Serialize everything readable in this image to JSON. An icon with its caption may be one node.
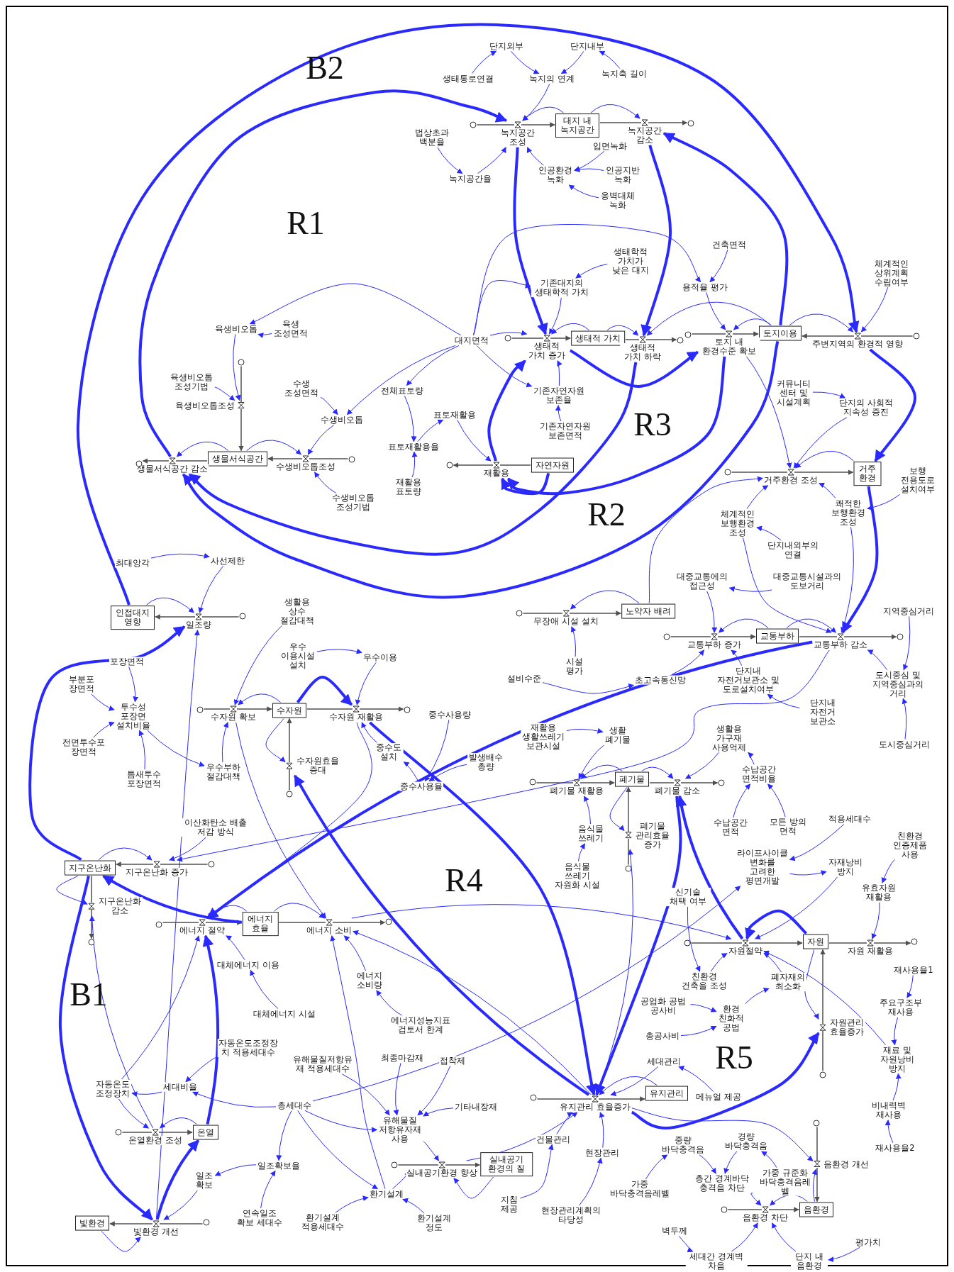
{
  "diagram": {
    "nodes": [
      {
        "text": [
          "단지외부"
        ]
      },
      {
        "text": [
          "단지내부"
        ]
      },
      {
        "text": [
          "생태통로연결"
        ]
      },
      {
        "text": [
          "녹지의 연계"
        ]
      },
      {
        "text": [
          "녹지축 길이"
        ]
      },
      {
        "text": [
          "대지 내 녹지공간"
        ]
      },
      {
        "text": [
          "녹지공간 조성"
        ]
      },
      {
        "text": [
          "녹지공간 감소"
        ]
      },
      {
        "text": [
          "법상초과 백분율"
        ]
      },
      {
        "text": [
          "입면녹화"
        ]
      },
      {
        "text": [
          "인공환경 녹화"
        ]
      },
      {
        "text": [
          "인공지반 녹화"
        ]
      },
      {
        "text": [
          "녹지공간율"
        ]
      },
      {
        "text": [
          "옹벽대체 녹화"
        ]
      },
      {
        "text": [
          "건축면적"
        ]
      },
      {
        "text": [
          "생태학적 가치가 낮은 대지"
        ]
      },
      {
        "text": [
          "체계적인 상위계획 수립여부"
        ]
      },
      {
        "text": [
          "기존대지의 생태학적 가치"
        ]
      },
      {
        "text": [
          "용적율 평가"
        ]
      },
      {
        "text": [
          "육생비오톱"
        ]
      },
      {
        "text": [
          "육생 조성면적"
        ]
      },
      {
        "text": [
          "대지면적"
        ]
      },
      {
        "text": [
          "생태적 가치"
        ]
      },
      {
        "text": [
          "생태적 가치 증가"
        ]
      },
      {
        "text": [
          "생태적 가치 하락"
        ]
      },
      {
        "text": [
          "토지이용"
        ]
      },
      {
        "text": [
          "토지 내 환경수준 확보"
        ]
      },
      {
        "text": [
          "주변지역의 환경적 영향"
        ]
      },
      {
        "text": [
          "육생비오톱 조성기법"
        ]
      },
      {
        "text": [
          "수생 조성면적"
        ]
      },
      {
        "text": [
          "전체표토량"
        ]
      },
      {
        "text": [
          "커뮤니티 센터 및 시설계획"
        ]
      },
      {
        "text": [
          "기존자연자원 보존율"
        ]
      },
      {
        "text": [
          "단지의 사회적 지속성 증진"
        ]
      },
      {
        "text": [
          "육생비오톱조성"
        ]
      },
      {
        "text": [
          "표토재활용"
        ]
      },
      {
        "text": [
          "수생비오톱"
        ]
      },
      {
        "text": [
          "기존자연자원 보존면적"
        ]
      },
      {
        "text": [
          "표토재활용율"
        ]
      },
      {
        "text": [
          "생물서식공간"
        ]
      },
      {
        "text": [
          "생물서식공간 감소"
        ]
      },
      {
        "text": [
          "수생비오톱조성"
        ]
      },
      {
        "text": [
          "자연자원"
        ]
      },
      {
        "text": [
          "재활용"
        ]
      },
      {
        "text": [
          "거주 환경"
        ]
      },
      {
        "text": [
          "거주환경 조성"
        ]
      },
      {
        "text": [
          "보행 전용도로 설치여부"
        ]
      },
      {
        "text": [
          "재활용 표토량"
        ]
      },
      {
        "text": [
          "수생비오톱 조성기법"
        ]
      },
      {
        "text": [
          "쾌적한 보행환경 조성"
        ]
      },
      {
        "text": [
          "체계적인 보행환경 조성"
        ]
      },
      {
        "text": [
          "단지내외부의 연결"
        ]
      },
      {
        "text": [
          "사선제한"
        ]
      },
      {
        "text": [
          "최대앙각"
        ]
      },
      {
        "text": [
          "대중교통에의 접근성"
        ]
      },
      {
        "text": [
          "대중교통시설과의 도보거리"
        ]
      },
      {
        "text": [
          "생활용 상수 절감대책"
        ]
      },
      {
        "text": [
          "지역중심거리"
        ]
      },
      {
        "text": [
          "노약자 배려"
        ]
      },
      {
        "text": [
          "무장애 시설 설치"
        ]
      },
      {
        "text": [
          "인접대지 영향"
        ]
      },
      {
        "text": [
          "일조량"
        ]
      },
      {
        "text": [
          "교통부하"
        ]
      },
      {
        "text": [
          "교통부하 증가"
        ]
      },
      {
        "text": [
          "교통부하 감소"
        ]
      },
      {
        "text": [
          "우수 이용시설 설치"
        ]
      },
      {
        "text": [
          "우수이용"
        ]
      },
      {
        "text": [
          "포장면적"
        ]
      },
      {
        "text": [
          "시설 평가"
        ]
      },
      {
        "text": [
          "설비수준"
        ]
      },
      {
        "text": [
          "초고속통신망"
        ]
      },
      {
        "text": [
          "단지내 자전거보관소 및 도로설치여부"
        ]
      },
      {
        "text": [
          "도시중심 및 지역중심과의 거리"
        ]
      },
      {
        "text": [
          "부분포장면적"
        ]
      },
      {
        "text": [
          "수자원"
        ]
      },
      {
        "text": [
          "수자원 확보"
        ]
      },
      {
        "text": [
          "수자원 재활용"
        ]
      },
      {
        "text": [
          "중수사용량"
        ]
      },
      {
        "text": [
          "단지내 자전거 보관소"
        ]
      },
      {
        "text": [
          "투수성 포장면 설치비율"
        ]
      },
      {
        "text": [
          "재활용 생활쓰레기 보관시설"
        ]
      },
      {
        "text": [
          "생활 폐기물"
        ]
      },
      {
        "text": [
          "생활용 가구재 사용억제"
        ]
      },
      {
        "text": [
          "도시중심거리"
        ]
      },
      {
        "text": [
          "전면투수포장면적"
        ]
      },
      {
        "text": [
          "중수도 설치"
        ]
      },
      {
        "text": [
          "발생배수 총량"
        ]
      },
      {
        "text": [
          "수자원효율 증대"
        ]
      },
      {
        "text": [
          "우수부하 절감대책"
        ]
      },
      {
        "text": [
          "수납공간 면적비율"
        ]
      },
      {
        "text": [
          "폐기물"
        ]
      },
      {
        "text": [
          "폐기물 재활용"
        ]
      },
      {
        "text": [
          "폐기물 감소"
        ]
      },
      {
        "text": [
          "틈새투수 포장면적"
        ]
      },
      {
        "text": [
          "중수사용율"
        ]
      },
      {
        "text": [
          "적용세대수"
        ]
      },
      {
        "text": [
          "모든 방의 면적"
        ]
      },
      {
        "text": [
          "수납공간 면적"
        ]
      },
      {
        "text": [
          "이산화탄소 배출 저감 방식"
        ]
      },
      {
        "text": [
          "음식물 쓰레기"
        ]
      },
      {
        "text": [
          "폐기물 관리효율 증가"
        ]
      },
      {
        "text": [
          "친환경 인증제품 사용"
        ]
      },
      {
        "text": [
          "지구온난화"
        ]
      },
      {
        "text": [
          "지구온난화 증가"
        ]
      },
      {
        "text": [
          "라이프사이클 변화를 고려한 평면개발"
        ]
      },
      {
        "text": [
          "자재낭비 방지"
        ]
      },
      {
        "text": [
          "음식물 쓰레기 자원화 시설"
        ]
      },
      {
        "text": [
          "유효자원 재활용"
        ]
      },
      {
        "text": [
          "신기술 채택 여부"
        ]
      },
      {
        "text": [
          "지구온난화 감소"
        ]
      },
      {
        "text": [
          "에너지 효율"
        ]
      },
      {
        "text": [
          "에너지 절약"
        ]
      },
      {
        "text": [
          "에너지 소비"
        ]
      },
      {
        "text": [
          "자원"
        ]
      },
      {
        "text": [
          "자원절약"
        ]
      },
      {
        "text": [
          "자원 재활용"
        ]
      },
      {
        "text": [
          "대체에너지 이용"
        ]
      },
      {
        "text": [
          "재사용율1"
        ]
      },
      {
        "text": [
          "에너지 소비량"
        ]
      },
      {
        "text": [
          "친환경 건축을 조성"
        ]
      },
      {
        "text": [
          "폐자재의 최소화"
        ]
      },
      {
        "text": [
          "공업화 공법 공사비"
        ]
      },
      {
        "text": [
          "주요구조부 재사용"
        ]
      },
      {
        "text": [
          "대체에너지 시설"
        ]
      },
      {
        "text": [
          "환경 친화적 공법"
        ]
      },
      {
        "text": [
          "에너지성능지표 검토서 한계"
        ]
      },
      {
        "text": [
          "자원관리 효율증가"
        ]
      },
      {
        "text": [
          "총공사비"
        ]
      },
      {
        "text": [
          "자동온도조정장치 적용세대수"
        ]
      },
      {
        "text": [
          "최종마감재"
        ]
      },
      {
        "text": [
          "재료 및 자원낭비 방지"
        ]
      },
      {
        "text": [
          "접착제"
        ]
      },
      {
        "text": [
          "세대관리"
        ]
      },
      {
        "text": [
          "유해물질저항유재 적용세대수"
        ]
      },
      {
        "text": [
          "세대비율"
        ]
      },
      {
        "text": [
          "자동온도 조정장치"
        ]
      },
      {
        "text": [
          "유지관리"
        ]
      },
      {
        "text": [
          "유지관리 효율증가"
        ]
      },
      {
        "text": [
          "메뉴얼 제공"
        ]
      },
      {
        "text": [
          "총세대수"
        ]
      },
      {
        "text": [
          "기타내장재"
        ]
      },
      {
        "text": [
          "비내력벽 재사용"
        ]
      },
      {
        "text": [
          "유해물질 저항유자재 사용"
        ]
      },
      {
        "text": [
          "온열"
        ]
      },
      {
        "text": [
          "온열환경 조성"
        ]
      },
      {
        "text": [
          "건물관리"
        ]
      },
      {
        "text": [
          "경량 바닥충격음"
        ]
      },
      {
        "text": [
          "중량 바닥충격음"
        ]
      },
      {
        "text": [
          "재사용율2"
        ]
      },
      {
        "text": [
          "현장관리"
        ]
      },
      {
        "text": [
          "실내공기 환경의 질"
        ]
      },
      {
        "text": [
          "실내공기환경 향상"
        ]
      },
      {
        "text": [
          "음환경 개선"
        ]
      },
      {
        "text": [
          "일조확보율"
        ]
      },
      {
        "text": [
          "일조 확보"
        ]
      },
      {
        "text": [
          "가중 규준화 바닥충격음레벨"
        ]
      },
      {
        "text": [
          "층간 경계바닥 충격음 차단"
        ]
      },
      {
        "text": [
          "가중 바닥충격음레벨"
        ]
      },
      {
        "text": [
          "환기설계"
        ]
      },
      {
        "text": [
          "지침 제공"
        ]
      },
      {
        "text": [
          "음환경"
        ]
      },
      {
        "text": [
          "음환경 차단"
        ]
      },
      {
        "text": [
          "현장관리계획의 타당성"
        ]
      },
      {
        "text": [
          "연속일조 확보 세대수"
        ]
      },
      {
        "text": [
          "환기설계 적용세대수"
        ]
      },
      {
        "text": [
          "환기설계 정도"
        ]
      },
      {
        "text": [
          "빛환경"
        ]
      },
      {
        "text": [
          "빛환경 개선"
        ]
      },
      {
        "text": [
          "벽두께"
        ]
      },
      {
        "text": [
          "평가치"
        ]
      },
      {
        "text": [
          "세대간 경계벽 차음"
        ]
      },
      {
        "text": [
          "단지 내 음환경"
        ]
      },
      {
        "text": [],
        "shape": "circle"
      },
      {
        "text": [],
        "shape": "circle"
      },
      {
        "text": [],
        "shape": "circle"
      },
      {
        "text": [],
        "shape": "circle"
      },
      {
        "text": [],
        "shape": "circle"
      },
      {
        "text": [],
        "shape": "circle"
      },
      {
        "text": [],
        "shape": "circle"
      },
      {
        "text": [],
        "shape": "circle"
      },
      {
        "text": [],
        "shape": "circle"
      },
      {
        "text": [],
        "shape": "circle"
      },
      {
        "text": [],
        "shape": "circle"
      },
      {
        "text": [],
        "shape": "circle"
      },
      {
        "text": [],
        "shape": "circle"
      },
      {
        "text": [],
        "shape": "circle"
      },
      {
        "text": [],
        "shape": "circle"
      },
      {
        "text": [],
        "shape": "circle"
      },
      {
        "text": [],
        "shape": "circle"
      },
      {
        "text": [],
        "shape": "circle"
      },
      {
        "text": [],
        "shape": "circle"
      },
      {
        "text": [],
        "shape": "circle"
      },
      {
        "text": [],
        "shape": "circle"
      },
      {
        "text": [],
        "shape": "circle"
      },
      {
        "text": [],
        "shape": "circle"
      },
      {
        "text": [],
        "shape": "circle"
      },
      {
        "text": [],
        "shape": "circle"
      },
      {
        "text": [],
        "shape": "circle"
      },
      {
        "text": [],
        "shape": "circle"
      },
      {
        "text": [],
        "shape": "circle"
      },
      {
        "text": [],
        "shape": "circle"
      },
      {
        "text": [],
        "shape": "circle"
      },
      {
        "text": [],
        "shape": "circle"
      },
      {
        "text": [],
        "shape": "circle"
      },
      {
        "text": [],
        "shape": "circle"
      },
      {
        "text": [],
        "shape": "circle"
      }
    ],
    "edges": [
      {
        "from": 6,
        "to": 5,
        "arrow": "to",
        "color": "#505050"
      },
      {
        "from": 5,
        "to": 7,
        "arrow": "none",
        "color": "#505050"
      },
      {
        "from": 23,
        "to": 22,
        "arrow": "to",
        "color": "#505050"
      },
      {
        "from": 22,
        "to": 24,
        "arrow": "none",
        "color": "#505050"
      },
      {
        "from": 26,
        "to": 25,
        "arrow": "to",
        "color": "#505050"
      },
      {
        "from": 27,
        "to": 25,
        "arrow": "to",
        "color": "#505050"
      },
      {
        "from": 34,
        "to": 39,
        "arrow": "to",
        "color": "#505050"
      },
      {
        "from": 39,
        "to": 40,
        "arrow": "none",
        "color": "#505050"
      },
      {
        "from": 41,
        "to": 39,
        "arrow": "to",
        "color": "#505050"
      },
      {
        "from": 42,
        "to": 43,
        "arrow": "none",
        "color": "#505050"
      },
      {
        "from": 45,
        "to": 44,
        "arrow": "to",
        "color": "#505050"
      },
      {
        "from": 59,
        "to": 58,
        "arrow": "to",
        "color": "#505050"
      },
      {
        "from": 61,
        "to": 60,
        "arrow": "to",
        "color": "#505050"
      },
      {
        "from": 63,
        "to": 62,
        "arrow": "to",
        "color": "#505050"
      },
      {
        "from": 62,
        "to": 64,
        "arrow": "none",
        "color": "#505050"
      },
      {
        "from": 75,
        "to": 74,
        "arrow": "to",
        "color": "#505050"
      },
      {
        "from": 74,
        "to": 76,
        "arrow": "none",
        "color": "#505050"
      },
      {
        "from": 87,
        "to": 74,
        "arrow": "to",
        "color": "#505050"
      },
      {
        "from": 91,
        "to": 90,
        "arrow": "to",
        "color": "#505050"
      },
      {
        "from": 90,
        "to": 92,
        "arrow": "none",
        "color": "#505050"
      },
      {
        "from": 100,
        "to": 90,
        "arrow": "to",
        "color": "#505050"
      },
      {
        "from": 103,
        "to": 102,
        "arrow": "to",
        "color": "#505050"
      },
      {
        "from": 102,
        "to": 109,
        "arrow": "none",
        "color": "#505050"
      },
      {
        "from": 111,
        "to": 110,
        "arrow": "to",
        "color": "#505050"
      },
      {
        "from": 110,
        "to": 112,
        "arrow": "none",
        "color": "#505050"
      },
      {
        "from": 114,
        "to": 113,
        "arrow": "to",
        "color": "#505050"
      },
      {
        "from": 113,
        "to": 115,
        "arrow": "none",
        "color": "#505050"
      },
      {
        "from": 126,
        "to": 113,
        "arrow": "to",
        "color": "#505050"
      },
      {
        "from": 137,
        "to": 136,
        "arrow": "to",
        "color": "#505050"
      },
      {
        "from": 144,
        "to": 143,
        "arrow": "to",
        "color": "#505050"
      },
      {
        "from": 151,
        "to": 150,
        "arrow": "to",
        "color": "#505050"
      },
      {
        "from": 152,
        "to": 160,
        "arrow": "to",
        "color": "#505050"
      },
      {
        "from": 161,
        "to": 160,
        "arrow": "to",
        "color": "#505050"
      },
      {
        "from": 167,
        "to": 166,
        "arrow": "to",
        "color": "#505050"
      },
      {
        "from": 172,
        "to": 6,
        "arrow": "none",
        "color": "#505050"
      },
      {
        "from": 7,
        "to": 173,
        "arrow": "to",
        "color": "#505050"
      },
      {
        "from": 174,
        "to": 23,
        "arrow": "none",
        "color": "#505050"
      },
      {
        "from": 24,
        "to": 175,
        "arrow": "to",
        "color": "#505050"
      },
      {
        "from": 176,
        "to": 26,
        "arrow": "none",
        "color": "#505050"
      },
      {
        "from": 177,
        "to": 27,
        "arrow": "none",
        "color": "#505050"
      },
      {
        "from": 178,
        "to": 34,
        "arrow": "none",
        "color": "#505050"
      },
      {
        "from": 40,
        "to": 179,
        "arrow": "to",
        "color": "#505050"
      },
      {
        "from": 180,
        "to": 41,
        "arrow": "none",
        "color": "#505050"
      },
      {
        "from": 43,
        "to": 181,
        "arrow": "to",
        "color": "#505050"
      },
      {
        "from": 182,
        "to": 45,
        "arrow": "none",
        "color": "#505050"
      },
      {
        "from": 183,
        "to": 59,
        "arrow": "none",
        "color": "#505050"
      },
      {
        "from": 184,
        "to": 61,
        "arrow": "none",
        "color": "#505050"
      },
      {
        "from": 185,
        "to": 63,
        "arrow": "none",
        "color": "#505050"
      },
      {
        "from": 64,
        "to": 186,
        "arrow": "to",
        "color": "#505050"
      },
      {
        "from": 187,
        "to": 75,
        "arrow": "none",
        "color": "#505050"
      },
      {
        "from": 76,
        "to": 188,
        "arrow": "to",
        "color": "#505050"
      },
      {
        "from": 189,
        "to": 87,
        "arrow": "none",
        "color": "#505050"
      },
      {
        "from": 190,
        "to": 91,
        "arrow": "none",
        "color": "#505050"
      },
      {
        "from": 92,
        "to": 191,
        "arrow": "to",
        "color": "#505050"
      },
      {
        "from": 192,
        "to": 100,
        "arrow": "none",
        "color": "#505050"
      },
      {
        "from": 193,
        "to": 103,
        "arrow": "none",
        "color": "#505050"
      },
      {
        "from": 109,
        "to": 194,
        "arrow": "to",
        "color": "#505050"
      },
      {
        "from": 195,
        "to": 111,
        "arrow": "none",
        "color": "#505050"
      },
      {
        "from": 112,
        "to": 196,
        "arrow": "to",
        "color": "#505050"
      },
      {
        "from": 197,
        "to": 114,
        "arrow": "none",
        "color": "#505050"
      },
      {
        "from": 115,
        "to": 198,
        "arrow": "to",
        "color": "#505050"
      },
      {
        "from": 199,
        "to": 126,
        "arrow": "none",
        "color": "#505050"
      },
      {
        "from": 200,
        "to": 137,
        "arrow": "none",
        "color": "#505050"
      },
      {
        "from": 201,
        "to": 144,
        "arrow": "none",
        "color": "#505050"
      },
      {
        "from": 202,
        "to": 151,
        "arrow": "none",
        "color": "#505050"
      },
      {
        "from": 203,
        "to": 152,
        "arrow": "none",
        "color": "#505050"
      },
      {
        "from": 204,
        "to": 161,
        "arrow": "none",
        "color": "#505050"
      },
      {
        "from": 205,
        "to": 167,
        "arrow": "none",
        "color": "#505050"
      },
      {
        "from": 60,
        "to": 27,
        "arrow": "to",
        "style": "thick"
      },
      {
        "from": 40,
        "to": 6,
        "arrow": "to",
        "style": "thick"
      },
      {
        "from": 25,
        "to": 40,
        "arrow": "to",
        "style": "thick"
      },
      {
        "from": 25,
        "to": 7,
        "arrow": "to",
        "style": "thick"
      },
      {
        "from": 24,
        "to": 40,
        "arrow": "to",
        "style": "thick"
      },
      {
        "from": 23,
        "to": 26,
        "arrow": "to",
        "style": "thick"
      },
      {
        "from": 26,
        "to": 43,
        "arrow": "to",
        "style": "thick"
      },
      {
        "from": 43,
        "to": 23,
        "arrow": "to",
        "style": "thick"
      },
      {
        "from": 42,
        "to": 43,
        "arrow": "to",
        "style": "thick"
      },
      {
        "from": 7,
        "to": 24,
        "arrow": "to",
        "style": "thick"
      },
      {
        "from": 6,
        "to": 23,
        "arrow": "to",
        "style": "thick"
      },
      {
        "from": 27,
        "to": 44,
        "arrow": "to",
        "style": "thick"
      },
      {
        "from": 44,
        "to": 64,
        "arrow": "to",
        "style": "thick"
      },
      {
        "from": 64,
        "to": 111,
        "arrow": "to",
        "style": "thick"
      },
      {
        "from": 110,
        "to": 102,
        "arrow": "to",
        "style": "thick"
      },
      {
        "from": 102,
        "to": 167,
        "arrow": "to",
        "style": "thick"
      },
      {
        "from": 167,
        "to": 143,
        "arrow": "to",
        "style": "thick"
      },
      {
        "from": 143,
        "to": 111,
        "arrow": "to",
        "style": "thick"
      },
      {
        "from": 102,
        "to": 61,
        "arrow": "to",
        "style": "thick"
      },
      {
        "from": 76,
        "to": 137,
        "arrow": "to",
        "style": "thick"
      },
      {
        "from": 137,
        "to": 87,
        "arrow": "to",
        "style": "thick"
      },
      {
        "from": 92,
        "to": 137,
        "arrow": "to",
        "style": "thick"
      },
      {
        "from": 114,
        "to": 92,
        "arrow": "to",
        "style": "thick"
      },
      {
        "from": 137,
        "to": 126,
        "arrow": "to",
        "style": "thick"
      },
      {
        "from": 74,
        "to": 76,
        "arrow": "to",
        "style": "thick"
      },
      {
        "from": 113,
        "to": 114,
        "arrow": "to",
        "style": "thick"
      },
      {
        "from": 2,
        "to": 0,
        "arrow": "to"
      },
      {
        "from": 0,
        "to": 3,
        "arrow": "to"
      },
      {
        "from": 1,
        "to": 3,
        "arrow": "to"
      },
      {
        "from": 4,
        "to": 1,
        "arrow": "to"
      },
      {
        "from": 3,
        "to": 6,
        "arrow": "to"
      },
      {
        "from": 5,
        "to": 6,
        "arrow": "to"
      },
      {
        "from": 5,
        "to": 7,
        "arrow": "to"
      },
      {
        "from": 12,
        "to": 6,
        "arrow": "to"
      },
      {
        "from": 10,
        "to": 6,
        "arrow": "to"
      },
      {
        "from": 8,
        "to": 12,
        "arrow": "to"
      },
      {
        "from": 9,
        "to": 10,
        "arrow": "to"
      },
      {
        "from": 11,
        "to": 10,
        "arrow": "to"
      },
      {
        "from": 13,
        "to": 10,
        "arrow": "to"
      },
      {
        "from": 21,
        "to": 19,
        "arrow": "to"
      },
      {
        "from": 20,
        "to": 19,
        "arrow": "to"
      },
      {
        "from": 19,
        "to": 34,
        "arrow": "to"
      },
      {
        "from": 28,
        "to": 34,
        "arrow": "to"
      },
      {
        "from": 21,
        "to": 36,
        "arrow": "to"
      },
      {
        "from": 29,
        "to": 36,
        "arrow": "to"
      },
      {
        "from": 36,
        "to": 41,
        "arrow": "to"
      },
      {
        "from": 48,
        "to": 41,
        "arrow": "to"
      },
      {
        "from": 21,
        "to": 30,
        "arrow": "to"
      },
      {
        "from": 30,
        "to": 38,
        "arrow": "to"
      },
      {
        "from": 47,
        "to": 38,
        "arrow": "to"
      },
      {
        "from": 38,
        "to": 35,
        "arrow": "to"
      },
      {
        "from": 35,
        "to": 43,
        "arrow": "to"
      },
      {
        "from": 39,
        "to": 40,
        "arrow": "to"
      },
      {
        "from": 39,
        "to": 41,
        "arrow": "to"
      },
      {
        "from": 21,
        "to": 23,
        "arrow": "to"
      },
      {
        "from": 21,
        "to": 32,
        "arrow": "to"
      },
      {
        "from": 37,
        "to": 32,
        "arrow": "to"
      },
      {
        "from": 32,
        "to": 23,
        "arrow": "to"
      },
      {
        "from": 17,
        "to": 23,
        "arrow": "to"
      },
      {
        "from": 15,
        "to": 17,
        "arrow": "to"
      },
      {
        "from": 21,
        "to": 17,
        "arrow": "to"
      },
      {
        "from": 21,
        "to": 18,
        "arrow": "to"
      },
      {
        "from": 14,
        "to": 18,
        "arrow": "to"
      },
      {
        "from": 18,
        "to": 26,
        "arrow": "to"
      },
      {
        "from": 22,
        "to": 23,
        "arrow": "to"
      },
      {
        "from": 22,
        "to": 24,
        "arrow": "to"
      },
      {
        "from": 25,
        "to": 26,
        "arrow": "to"
      },
      {
        "from": 25,
        "to": 27,
        "arrow": "to"
      },
      {
        "from": 16,
        "to": 27,
        "arrow": "to"
      },
      {
        "from": 25,
        "to": 24,
        "arrow": "to"
      },
      {
        "from": 31,
        "to": 33,
        "arrow": "to"
      },
      {
        "from": 33,
        "to": 45,
        "arrow": "to"
      },
      {
        "from": 26,
        "to": 45,
        "arrow": "to"
      },
      {
        "from": 44,
        "to": 45,
        "arrow": "to"
      },
      {
        "from": 50,
        "to": 45,
        "arrow": "to"
      },
      {
        "from": 49,
        "to": 45,
        "arrow": "to"
      },
      {
        "from": 46,
        "to": 49,
        "arrow": "to"
      },
      {
        "from": 51,
        "to": 50,
        "arrow": "to"
      },
      {
        "from": 55,
        "to": 54,
        "arrow": "to"
      },
      {
        "from": 50,
        "to": 64,
        "arrow": "to"
      },
      {
        "from": 49,
        "to": 64,
        "arrow": "to"
      },
      {
        "from": 58,
        "to": 45,
        "arrow": "to"
      },
      {
        "from": 58,
        "to": 59,
        "arrow": "to"
      },
      {
        "from": 68,
        "to": 59,
        "arrow": "to"
      },
      {
        "from": 54,
        "to": 63,
        "arrow": "to"
      },
      {
        "from": 62,
        "to": 63,
        "arrow": "to"
      },
      {
        "from": 62,
        "to": 64,
        "arrow": "to"
      },
      {
        "from": 70,
        "to": 63,
        "arrow": "to"
      },
      {
        "from": 69,
        "to": 70,
        "arrow": "to"
      },
      {
        "from": 71,
        "to": 63,
        "arrow": "to"
      },
      {
        "from": 78,
        "to": 71,
        "arrow": "to"
      },
      {
        "from": 72,
        "to": 64,
        "arrow": "to"
      },
      {
        "from": 57,
        "to": 72,
        "arrow": "to"
      },
      {
        "from": 83,
        "to": 72,
        "arrow": "to"
      },
      {
        "from": 64,
        "to": 103,
        "arrow": "to"
      },
      {
        "from": 86,
        "to": 94,
        "arrow": "to"
      },
      {
        "from": 77,
        "to": 94,
        "arrow": "to"
      },
      {
        "from": 94,
        "to": 85,
        "arrow": "to"
      },
      {
        "from": 85,
        "to": 76,
        "arrow": "to"
      },
      {
        "from": 66,
        "to": 76,
        "arrow": "to"
      },
      {
        "from": 65,
        "to": 66,
        "arrow": "to"
      },
      {
        "from": 56,
        "to": 75,
        "arrow": "to"
      },
      {
        "from": 88,
        "to": 75,
        "arrow": "to"
      },
      {
        "from": 74,
        "to": 75,
        "arrow": "to"
      },
      {
        "from": 74,
        "to": 87,
        "arrow": "to"
      },
      {
        "from": 79,
        "to": 88,
        "arrow": "to"
      },
      {
        "from": 67,
        "to": 79,
        "arrow": "to"
      },
      {
        "from": 73,
        "to": 79,
        "arrow": "to"
      },
      {
        "from": 84,
        "to": 79,
        "arrow": "to"
      },
      {
        "from": 93,
        "to": 79,
        "arrow": "to"
      },
      {
        "from": 53,
        "to": 52,
        "arrow": "to"
      },
      {
        "from": 52,
        "to": 61,
        "arrow": "to"
      },
      {
        "from": 60,
        "to": 61,
        "arrow": "to"
      },
      {
        "from": 75,
        "to": 112,
        "arrow": "to"
      },
      {
        "from": 76,
        "to": 111,
        "arrow": "to"
      },
      {
        "from": 167,
        "to": 61,
        "arrow": "to"
      },
      {
        "from": 98,
        "to": 103,
        "arrow": "to"
      },
      {
        "from": 102,
        "to": 103,
        "arrow": "to"
      },
      {
        "from": 102,
        "to": 109,
        "arrow": "to"
      },
      {
        "from": 110,
        "to": 111,
        "arrow": "to"
      },
      {
        "from": 110,
        "to": 112,
        "arrow": "to"
      },
      {
        "from": 116,
        "to": 111,
        "arrow": "to"
      },
      {
        "from": 123,
        "to": 116,
        "arrow": "to"
      },
      {
        "from": 118,
        "to": 112,
        "arrow": "to"
      },
      {
        "from": 125,
        "to": 118,
        "arrow": "to"
      },
      {
        "from": 135,
        "to": 111,
        "arrow": "to"
      },
      {
        "from": 134,
        "to": 135,
        "arrow": "to"
      },
      {
        "from": 128,
        "to": 134,
        "arrow": "to"
      },
      {
        "from": 139,
        "to": 134,
        "arrow": "to"
      },
      {
        "from": 135,
        "to": 144,
        "arrow": "to"
      },
      {
        "from": 143,
        "to": 144,
        "arrow": "to"
      },
      {
        "from": 139,
        "to": 153,
        "arrow": "to"
      },
      {
        "from": 163,
        "to": 153,
        "arrow": "to"
      },
      {
        "from": 153,
        "to": 154,
        "arrow": "to"
      },
      {
        "from": 154,
        "to": 167,
        "arrow": "to"
      },
      {
        "from": 139,
        "to": 142,
        "arrow": "to"
      },
      {
        "from": 133,
        "to": 142,
        "arrow": "to"
      },
      {
        "from": 129,
        "to": 142,
        "arrow": "to"
      },
      {
        "from": 131,
        "to": 142,
        "arrow": "to"
      },
      {
        "from": 140,
        "to": 142,
        "arrow": "to"
      },
      {
        "from": 142,
        "to": 151,
        "arrow": "to"
      },
      {
        "from": 139,
        "to": 158,
        "arrow": "to"
      },
      {
        "from": 164,
        "to": 158,
        "arrow": "to"
      },
      {
        "from": 165,
        "to": 158,
        "arrow": "to"
      },
      {
        "from": 158,
        "to": 151,
        "arrow": "to"
      },
      {
        "from": 158,
        "to": 112,
        "arrow": "to"
      },
      {
        "from": 150,
        "to": 151,
        "arrow": "to"
      },
      {
        "from": 139,
        "to": 104,
        "arrow": "to"
      },
      {
        "from": 166,
        "to": 167,
        "arrow": "to"
      },
      {
        "from": 137,
        "to": 112,
        "arrow": "to"
      },
      {
        "from": 112,
        "to": 114,
        "arrow": "to"
      },
      {
        "from": 151,
        "to": 137,
        "arrow": "to"
      },
      {
        "from": 145,
        "to": 137,
        "arrow": "to"
      },
      {
        "from": 149,
        "to": 137,
        "arrow": "to"
      },
      {
        "from": 159,
        "to": 145,
        "arrow": "to"
      },
      {
        "from": 162,
        "to": 149,
        "arrow": "to"
      },
      {
        "from": 132,
        "to": 137,
        "arrow": "to"
      },
      {
        "from": 138,
        "to": 132,
        "arrow": "to"
      },
      {
        "from": 136,
        "to": 137,
        "arrow": "to"
      },
      {
        "from": 137,
        "to": 152,
        "arrow": "to"
      },
      {
        "from": 160,
        "to": 152,
        "arrow": "to"
      },
      {
        "from": 160,
        "to": 161,
        "arrow": "to"
      },
      {
        "from": 147,
        "to": 156,
        "arrow": "to"
      },
      {
        "from": 146,
        "to": 156,
        "arrow": "to"
      },
      {
        "from": 157,
        "to": 147,
        "arrow": "to"
      },
      {
        "from": 155,
        "to": 146,
        "arrow": "to"
      },
      {
        "from": 156,
        "to": 161,
        "arrow": "to"
      },
      {
        "from": 170,
        "to": 161,
        "arrow": "to"
      },
      {
        "from": 171,
        "to": 161,
        "arrow": "to"
      },
      {
        "from": 168,
        "to": 170,
        "arrow": "to"
      },
      {
        "from": 169,
        "to": 171,
        "arrow": "to"
      },
      {
        "from": 90,
        "to": 91,
        "arrow": "to"
      },
      {
        "from": 90,
        "to": 92,
        "arrow": "to"
      },
      {
        "from": 81,
        "to": 91,
        "arrow": "to"
      },
      {
        "from": 80,
        "to": 81,
        "arrow": "to"
      },
      {
        "from": 99,
        "to": 91,
        "arrow": "to"
      },
      {
        "from": 106,
        "to": 99,
        "arrow": "to"
      },
      {
        "from": 90,
        "to": 100,
        "arrow": "to"
      },
      {
        "from": 82,
        "to": 92,
        "arrow": "to"
      },
      {
        "from": 89,
        "to": 82,
        "arrow": "to"
      },
      {
        "from": 97,
        "to": 89,
        "arrow": "to"
      },
      {
        "from": 96,
        "to": 89,
        "arrow": "to"
      },
      {
        "from": 95,
        "to": 104,
        "arrow": "to"
      },
      {
        "from": 104,
        "to": 105,
        "arrow": "to"
      },
      {
        "from": 105,
        "to": 114,
        "arrow": "to"
      },
      {
        "from": 101,
        "to": 107,
        "arrow": "to"
      },
      {
        "from": 107,
        "to": 115,
        "arrow": "to"
      },
      {
        "from": 108,
        "to": 119,
        "arrow": "to"
      },
      {
        "from": 119,
        "to": 114,
        "arrow": "to"
      },
      {
        "from": 120,
        "to": 114,
        "arrow": "to"
      },
      {
        "from": 121,
        "to": 124,
        "arrow": "to"
      },
      {
        "from": 127,
        "to": 124,
        "arrow": "to"
      },
      {
        "from": 124,
        "to": 120,
        "arrow": "to"
      },
      {
        "from": 130,
        "to": 114,
        "arrow": "to"
      },
      {
        "from": 117,
        "to": 122,
        "arrow": "to"
      },
      {
        "from": 122,
        "to": 130,
        "arrow": "to"
      },
      {
        "from": 148,
        "to": 141,
        "arrow": "to"
      },
      {
        "from": 141,
        "to": 130,
        "arrow": "to"
      },
      {
        "from": 113,
        "to": 126,
        "arrow": "to"
      },
      {
        "from": 137,
        "to": 100,
        "arrow": "to"
      },
      {
        "from": 144,
        "to": 109,
        "arrow": "to"
      }
    ],
    "labels": [
      "B2",
      "R1",
      "R3",
      "R2",
      "R4",
      "B1",
      "R5"
    ]
  }
}
